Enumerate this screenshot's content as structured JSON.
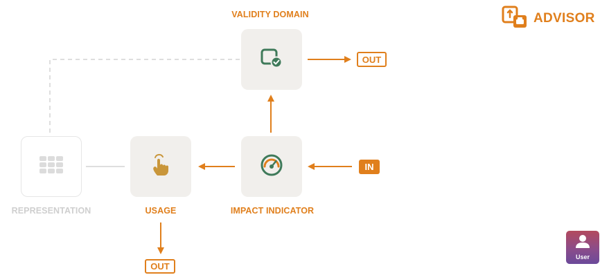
{
  "brand": {
    "name": "ADVISOR",
    "logo_icon": "advisor-logo-icon",
    "accent_color": "#e07f1c"
  },
  "diagram": {
    "nodes": {
      "validity_domain": {
        "label": "VALIDITY DOMAIN",
        "icon": "validated-device-icon"
      },
      "impact_indicator": {
        "label": "IMPACT INDICATOR",
        "icon": "gauge-icon"
      },
      "usage": {
        "label": "USAGE",
        "icon": "tap-hand-icon"
      },
      "representation": {
        "label": "REPRESENTATION",
        "icon": "grid-icon",
        "state": "inactive"
      }
    },
    "tags": {
      "validity_out": "OUT",
      "impact_in": "IN",
      "usage_out": "OUT"
    },
    "colors": {
      "accent": "#e07f1c",
      "node_background": "#f1efec",
      "inactive": "#d9d9d9",
      "validity_icon": "#3f7a5a"
    }
  },
  "user": {
    "label": "User",
    "icon": "user-icon"
  }
}
